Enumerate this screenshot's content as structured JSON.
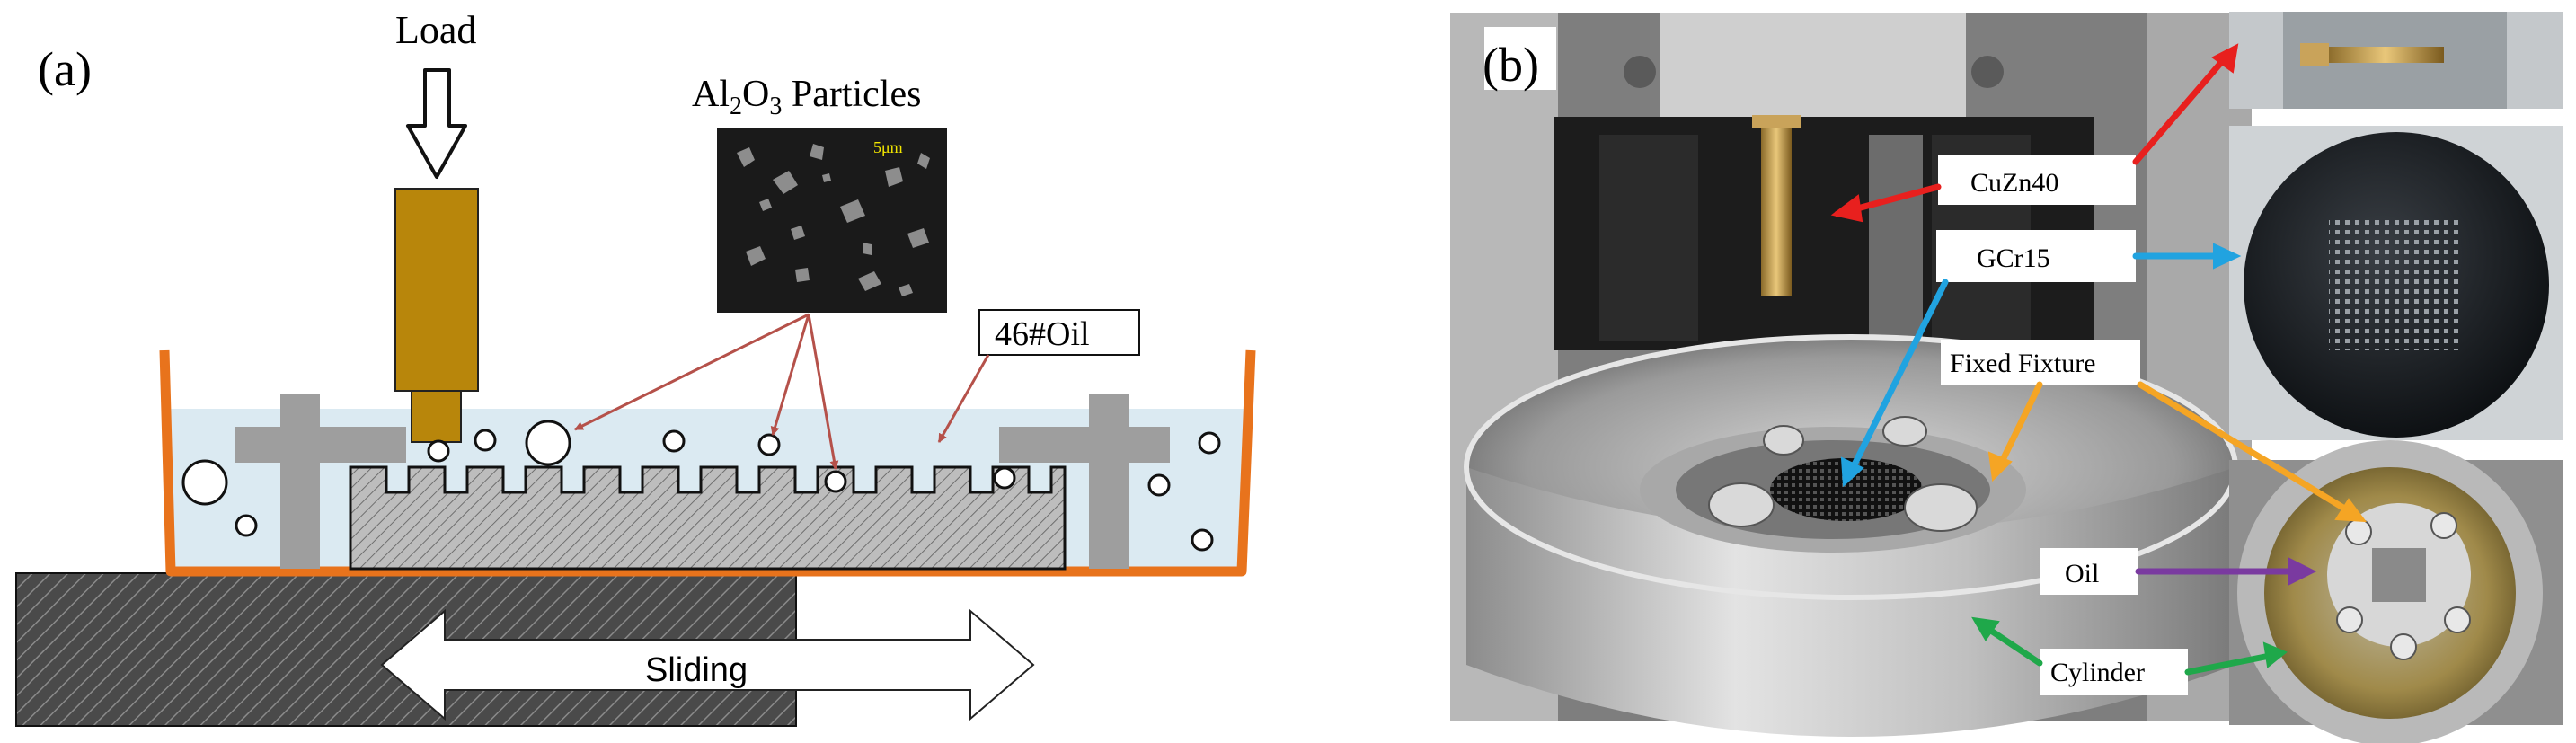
{
  "panel_a": {
    "label": "(a)",
    "load_label": "Load",
    "particles_label_prefix": "Al",
    "particles_label_sub1": "2",
    "particles_label_mid": "O",
    "particles_label_sub2": "3",
    "particles_label_suffix": " Particles",
    "scale_bar": "5μm",
    "oil_label": "46#Oil",
    "sliding_label": "Sliding"
  },
  "panel_b": {
    "label": "(b)",
    "callouts": {
      "cuzn40": "CuZn40",
      "gcr15": "GCr15",
      "fixed_fixture": "Fixed Fixture",
      "oil": "Oil",
      "cylinder": "Cylinder"
    }
  },
  "colors": {
    "pin": "#b8860b",
    "tank": "#e8731c",
    "oil": "#dbeaf2",
    "arrow_red": "#b5514a",
    "callout_red": "#e8201e",
    "callout_blue": "#21a3e0",
    "callout_orange": "#f5a524",
    "callout_purple": "#7a3aa0",
    "callout_green": "#1fa84a"
  }
}
